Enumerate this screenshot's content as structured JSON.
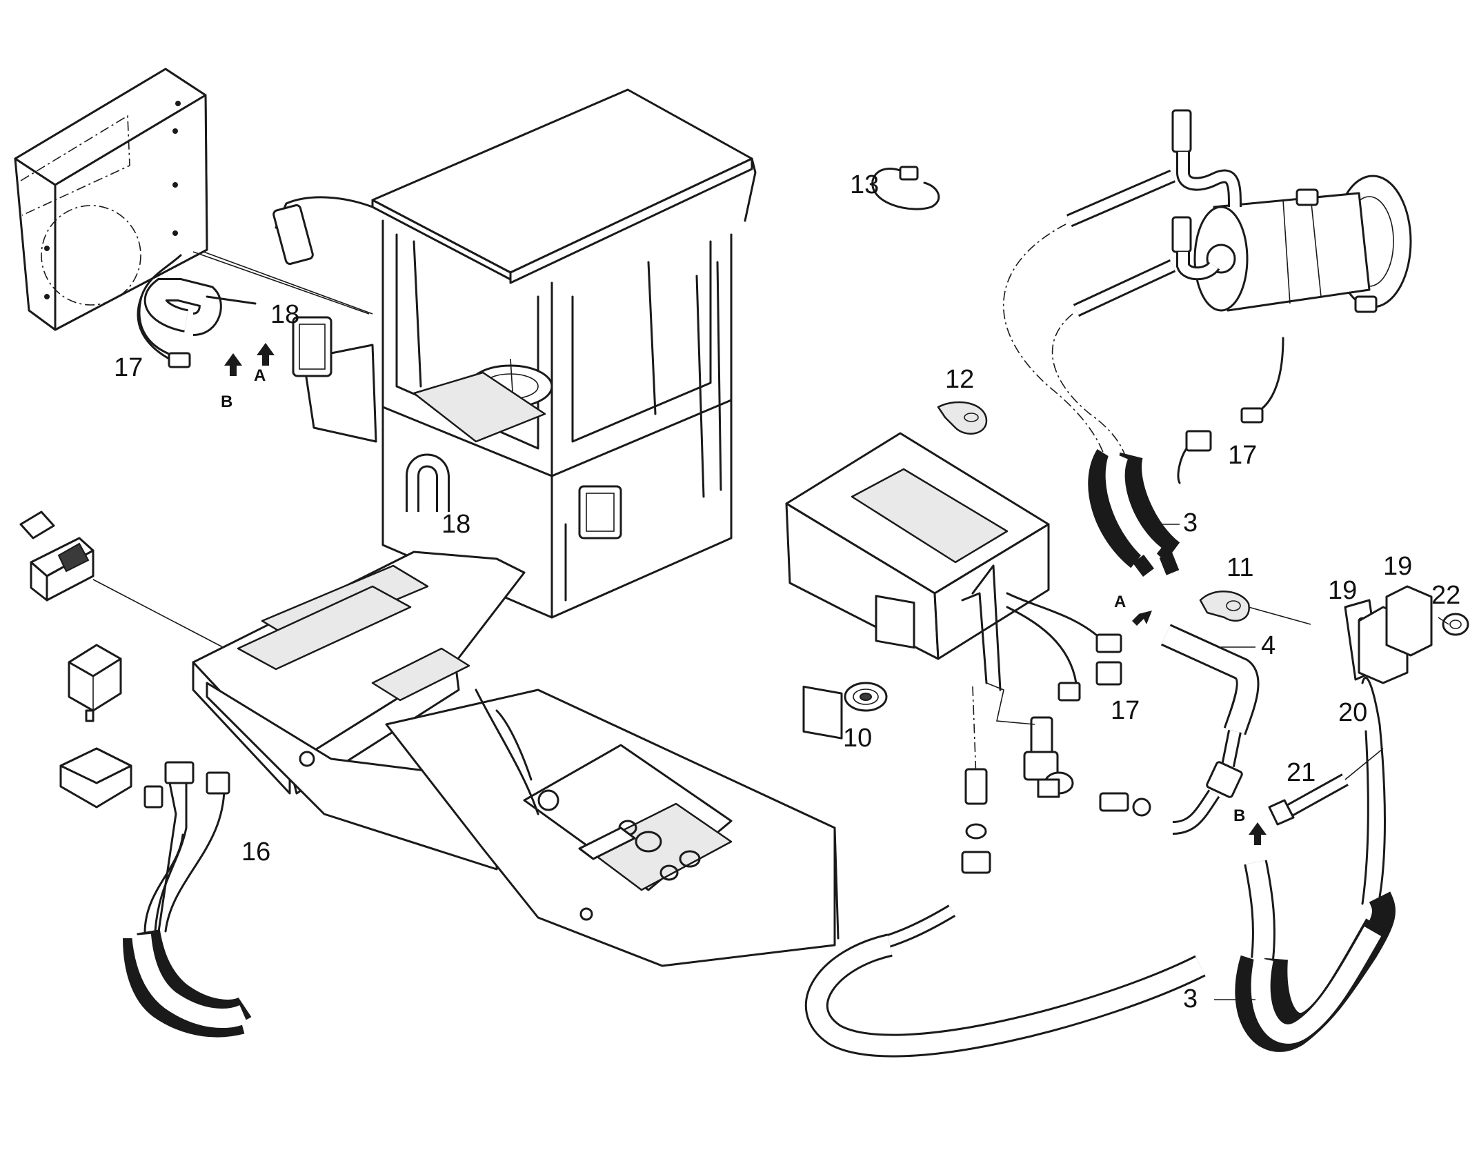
{
  "diagram": {
    "labels": {
      "p3_top": "3",
      "p3_bottom": "3",
      "p4": "4",
      "p10": "10",
      "p11": "11",
      "p12": "12",
      "p13": "13",
      "p16": "16",
      "p17_left": "17",
      "p17_right": "17",
      "p17_mid": "17",
      "p18_top": "18",
      "p18_cab": "18",
      "p19_a": "19",
      "p19_b": "19",
      "p20": "20",
      "p21": "21",
      "p22": "22"
    },
    "arrows": {
      "a_left": "A",
      "b_left": "B",
      "a_right": "A",
      "b_right": "B"
    }
  }
}
